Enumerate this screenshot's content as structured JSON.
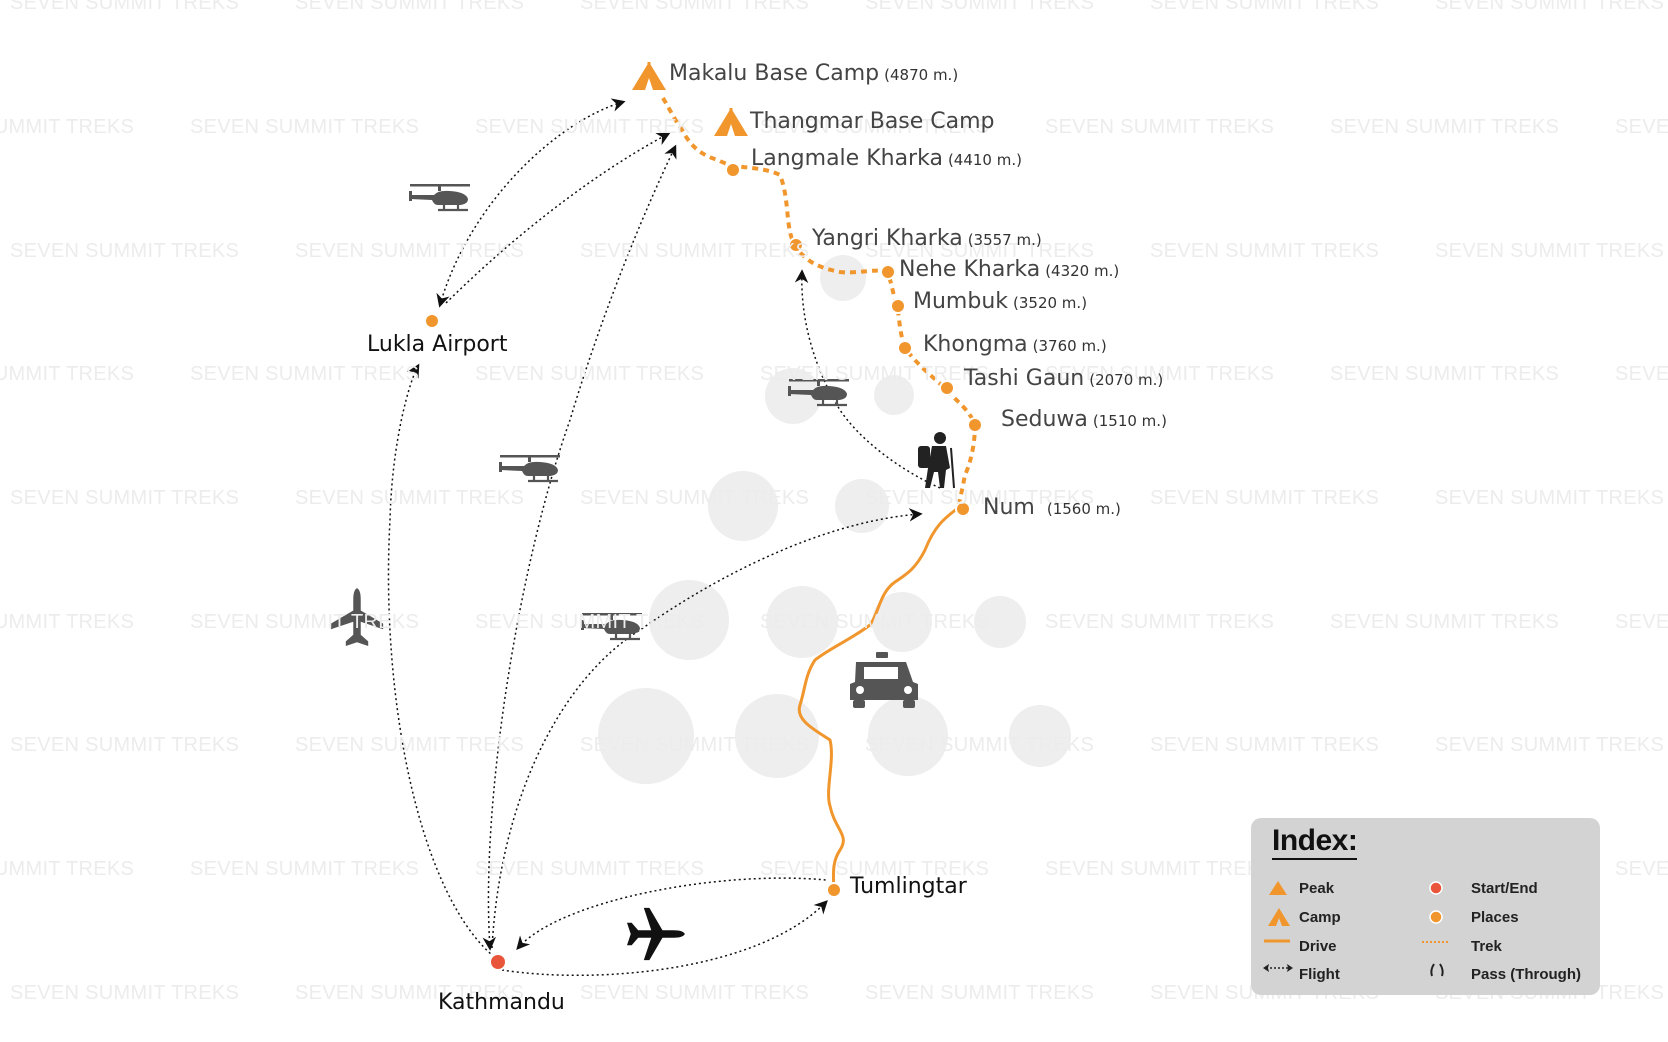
{
  "watermark": "SEVEN SUMMIT TREKS",
  "places": {
    "makalu_base_camp": {
      "name": "Makalu Base Camp",
      "elevation": "(4870 m.)"
    },
    "thangmar_base_camp": {
      "name": "Thangmar Base Camp"
    },
    "langmale_kharka": {
      "name": "Langmale Kharka",
      "elevation": "(4410 m.)"
    },
    "yangri_kharka": {
      "name": "Yangri Kharka",
      "elevation": "(3557 m.)"
    },
    "nehe_kharka": {
      "name": "Nehe Kharka",
      "elevation": "(4320 m.)"
    },
    "mumbuk": {
      "name": "Mumbuk",
      "elevation": "(3520 m.)"
    },
    "khongma": {
      "name": "Khongma",
      "elevation": "(3760 m.)"
    },
    "tashi_gaun": {
      "name": "Tashi Gaun",
      "elevation": "(2070 m.)"
    },
    "seduwa": {
      "name": "Seduwa",
      "elevation": "(1510 m.)"
    },
    "num": {
      "name": "Num",
      "elevation": "(1560 m.)"
    },
    "lukla_airport": {
      "name": "Lukla Airport"
    },
    "tumlingtar": {
      "name": "Tumlingtar"
    },
    "kathmandu": {
      "name": "Kathmandu"
    }
  },
  "legend": {
    "title": "Index:",
    "items": [
      {
        "label": "Peak",
        "symbol": "peak-triangle",
        "color": "#F0962D"
      },
      {
        "label": "Start/End",
        "symbol": "start-end-dot",
        "color": "#E8553A"
      },
      {
        "label": "Camp",
        "symbol": "camp-tent",
        "color": "#F0962D"
      },
      {
        "label": "Places",
        "symbol": "place-dot",
        "color": "#F0962D"
      },
      {
        "label": "Drive",
        "symbol": "drive-line",
        "color": "#F0962D"
      },
      {
        "label": "Trek",
        "symbol": "trek-dotted-line",
        "color": "#F0962D"
      },
      {
        "label": "Flight",
        "symbol": "flight-arrow-line",
        "color": "#222222"
      },
      {
        "label": "Pass (Through)",
        "symbol": "pass-marks",
        "color": "#222222"
      }
    ]
  },
  "colors": {
    "route_orange": "#F0962D",
    "start_end_red": "#E8553A",
    "icon_grey": "#555555",
    "legend_bg": "#D3D3D3"
  },
  "icons": [
    "helicopter-icon",
    "airplane-icon",
    "taxi-icon",
    "hiker-icon",
    "tent-icon"
  ]
}
